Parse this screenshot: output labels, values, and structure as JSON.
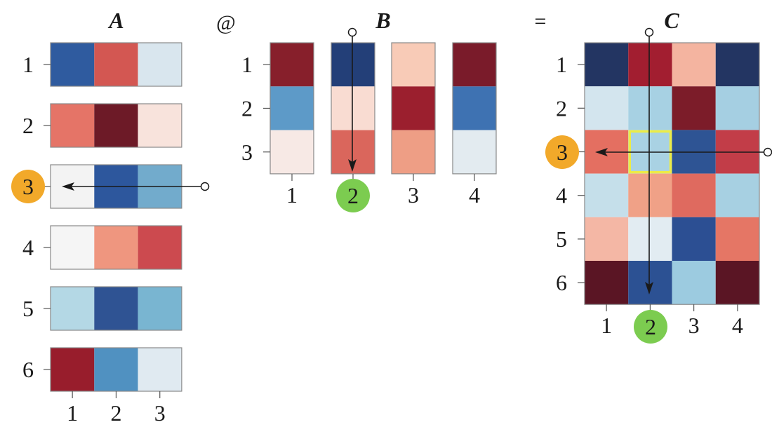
{
  "operator_at": "@",
  "operator_eq": "=",
  "matrix_a": {
    "label": "A",
    "row_labels": [
      "1",
      "2",
      "3",
      "4",
      "5",
      "6"
    ],
    "col_labels": [
      "1",
      "2",
      "3"
    ],
    "cells": [
      [
        "#2f5b9f",
        "#d35752",
        "#d9e6ee"
      ],
      [
        "#e57467",
        "#6d1a27",
        "#f8e3dc"
      ],
      [
        "#f3f3f3",
        "#2d579d",
        "#72abcc"
      ],
      [
        "#f5f5f5",
        "#ef967f",
        "#cc4a4f"
      ],
      [
        "#b4d8e5",
        "#2f5393",
        "#79b5d1"
      ],
      [
        "#981d2c",
        "#5091c1",
        "#e0eaf1"
      ]
    ],
    "highlight_row_badge": "3"
  },
  "matrix_b": {
    "label": "B",
    "row_labels": [
      "1",
      "2",
      "3"
    ],
    "col_labels": [
      "1",
      "2",
      "3",
      "4"
    ],
    "cells": [
      [
        "#871f2b",
        "#233f78",
        "#f8cbb7",
        "#7a1b2a"
      ],
      [
        "#5d9ac8",
        "#f9dcd2",
        "#9b1f2e",
        "#3e72b2"
      ],
      [
        "#f7e9e5",
        "#da665c",
        "#ee9e85",
        "#e3ebf0"
      ]
    ],
    "highlight_col_badge": "2"
  },
  "matrix_c": {
    "label": "C",
    "row_labels": [
      "1",
      "2",
      "3",
      "4",
      "5",
      "6"
    ],
    "col_labels": [
      "1",
      "2",
      "3",
      "4"
    ],
    "cells": [
      [
        "#233562",
        "#a21e30",
        "#f4b4a0",
        "#233562"
      ],
      [
        "#d3e5ee",
        "#a7d1e3",
        "#7c1c29",
        "#a5cfe2"
      ],
      [
        "#e46f61",
        "#a9d2e3",
        "#2e5494",
        "#c23d48"
      ],
      [
        "#c5dfea",
        "#f0a187",
        "#df6a5f",
        "#a7d0e2"
      ],
      [
        "#f4b7a5",
        "#e2ecf2",
        "#2c4f93",
        "#e57665"
      ],
      [
        "#5a1524",
        "#2c5193",
        "#9ccbe0",
        "#5a1524"
      ]
    ],
    "highlight_row_badge": "3",
    "highlight_col_badge": "2",
    "highlight_outline_color": "#ecec46"
  },
  "colors": {
    "row_badge": "#f2a92a",
    "col_badge": "#7ccc50",
    "arrow": "#1a1a1a",
    "cell_border": "#888888"
  }
}
